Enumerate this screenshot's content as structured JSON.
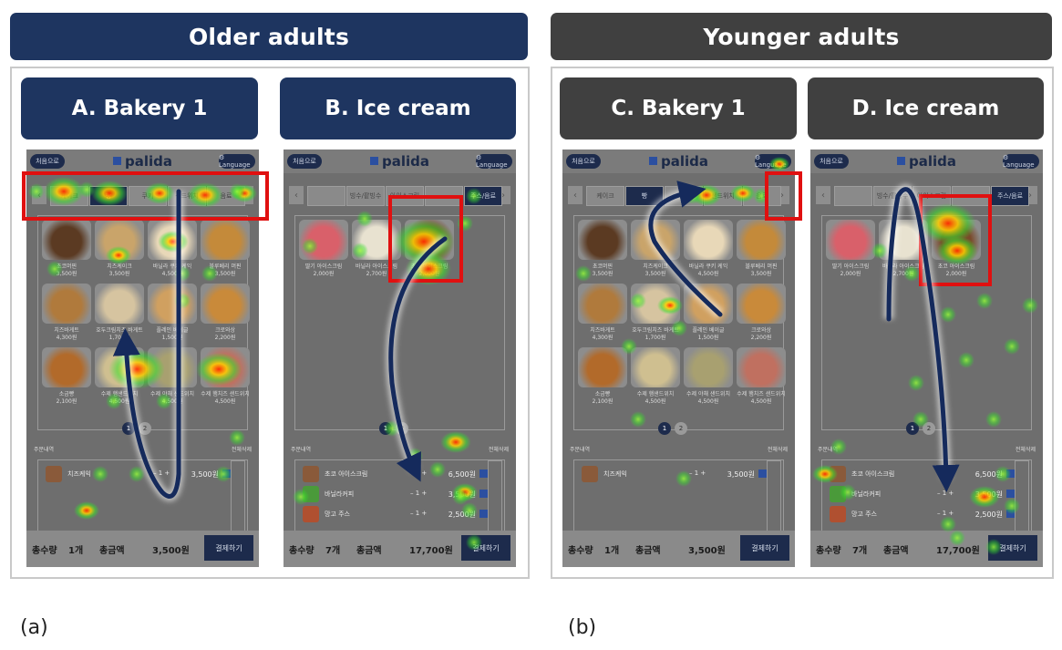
{
  "groups": [
    {
      "title": "Older adults",
      "caption": "(a)"
    },
    {
      "title": "Younger adults",
      "caption": "(b)"
    }
  ],
  "panels": [
    {
      "title": "A. Bakery 1",
      "total_qty": "1개",
      "total_amount": "3,500",
      "currency": "원"
    },
    {
      "title": "B. Ice cream",
      "total_qty": "7개",
      "total_amount": "17,700",
      "currency": "원"
    },
    {
      "title": "C. Bakery 1",
      "total_qty": "1개",
      "total_amount": "3,500",
      "currency": "원"
    },
    {
      "title": "D. Ice cream",
      "total_qty": "7개",
      "total_amount": "17,700",
      "currency": "원"
    }
  ],
  "kiosk": {
    "logo": "palida",
    "home_button": "처음으로",
    "language_button": "Language",
    "order_history": "주문내역",
    "delete_all": "전체삭제",
    "total_qty_label": "총수량",
    "total_amount_label": "총금액",
    "pay_button": "결제하기",
    "pages": [
      "1",
      "2"
    ],
    "bakery_tabs": [
      "케이크",
      "빵",
      "쿠키",
      "샌드위치",
      "음료"
    ],
    "icecream_tabs": [
      "",
      "빙수/팥빙수",
      "아이스크림",
      "",
      "주스/음료"
    ],
    "bakery_items": [
      {
        "name": "초코머핀",
        "price": "3,500원"
      },
      {
        "name": "치즈케이크",
        "price": "3,500원"
      },
      {
        "name": "바닐라 쿠키 케익",
        "price": "4,500원"
      },
      {
        "name": "블루베리 머핀",
        "price": "3,500원"
      },
      {
        "name": "치즈바게트",
        "price": "4,300원"
      },
      {
        "name": "호두크림치즈 바게트",
        "price": "1,700원"
      },
      {
        "name": "플레인 베이글",
        "price": "1,500원"
      },
      {
        "name": "크로와상",
        "price": "2,200원"
      },
      {
        "name": "소금빵",
        "price": "2,100원"
      },
      {
        "name": "수제 햄샌드위치",
        "price": "4,500원"
      },
      {
        "name": "수제 야채 샌드위치",
        "price": "4,500원"
      },
      {
        "name": "수제 햄치즈 샌드위치",
        "price": "4,500원"
      }
    ],
    "icecream_items": [
      {
        "name": "딸기 아이스크림",
        "price": "2,000원"
      },
      {
        "name": "바닐라 아이스크림",
        "price": "2,700원"
      },
      {
        "name": "초코 아이스크림",
        "price": "2,000원"
      }
    ],
    "bakery_order": [
      {
        "name": "치즈케익",
        "qty": "1",
        "price": "3,500원"
      }
    ],
    "icecream_order": [
      {
        "name": "초코 아이스크림",
        "qty": "1",
        "price": "6,500원"
      },
      {
        "name": "바닐라커피",
        "qty": "1",
        "price": "3,500원"
      },
      {
        "name": "망고 주스",
        "qty": "1",
        "price": "2,500원"
      }
    ]
  },
  "colors": {
    "older_header": "#1e3560",
    "younger_header": "#404040",
    "scanpath_arrow": "#152a5c",
    "aoi_box": "#e01010"
  }
}
